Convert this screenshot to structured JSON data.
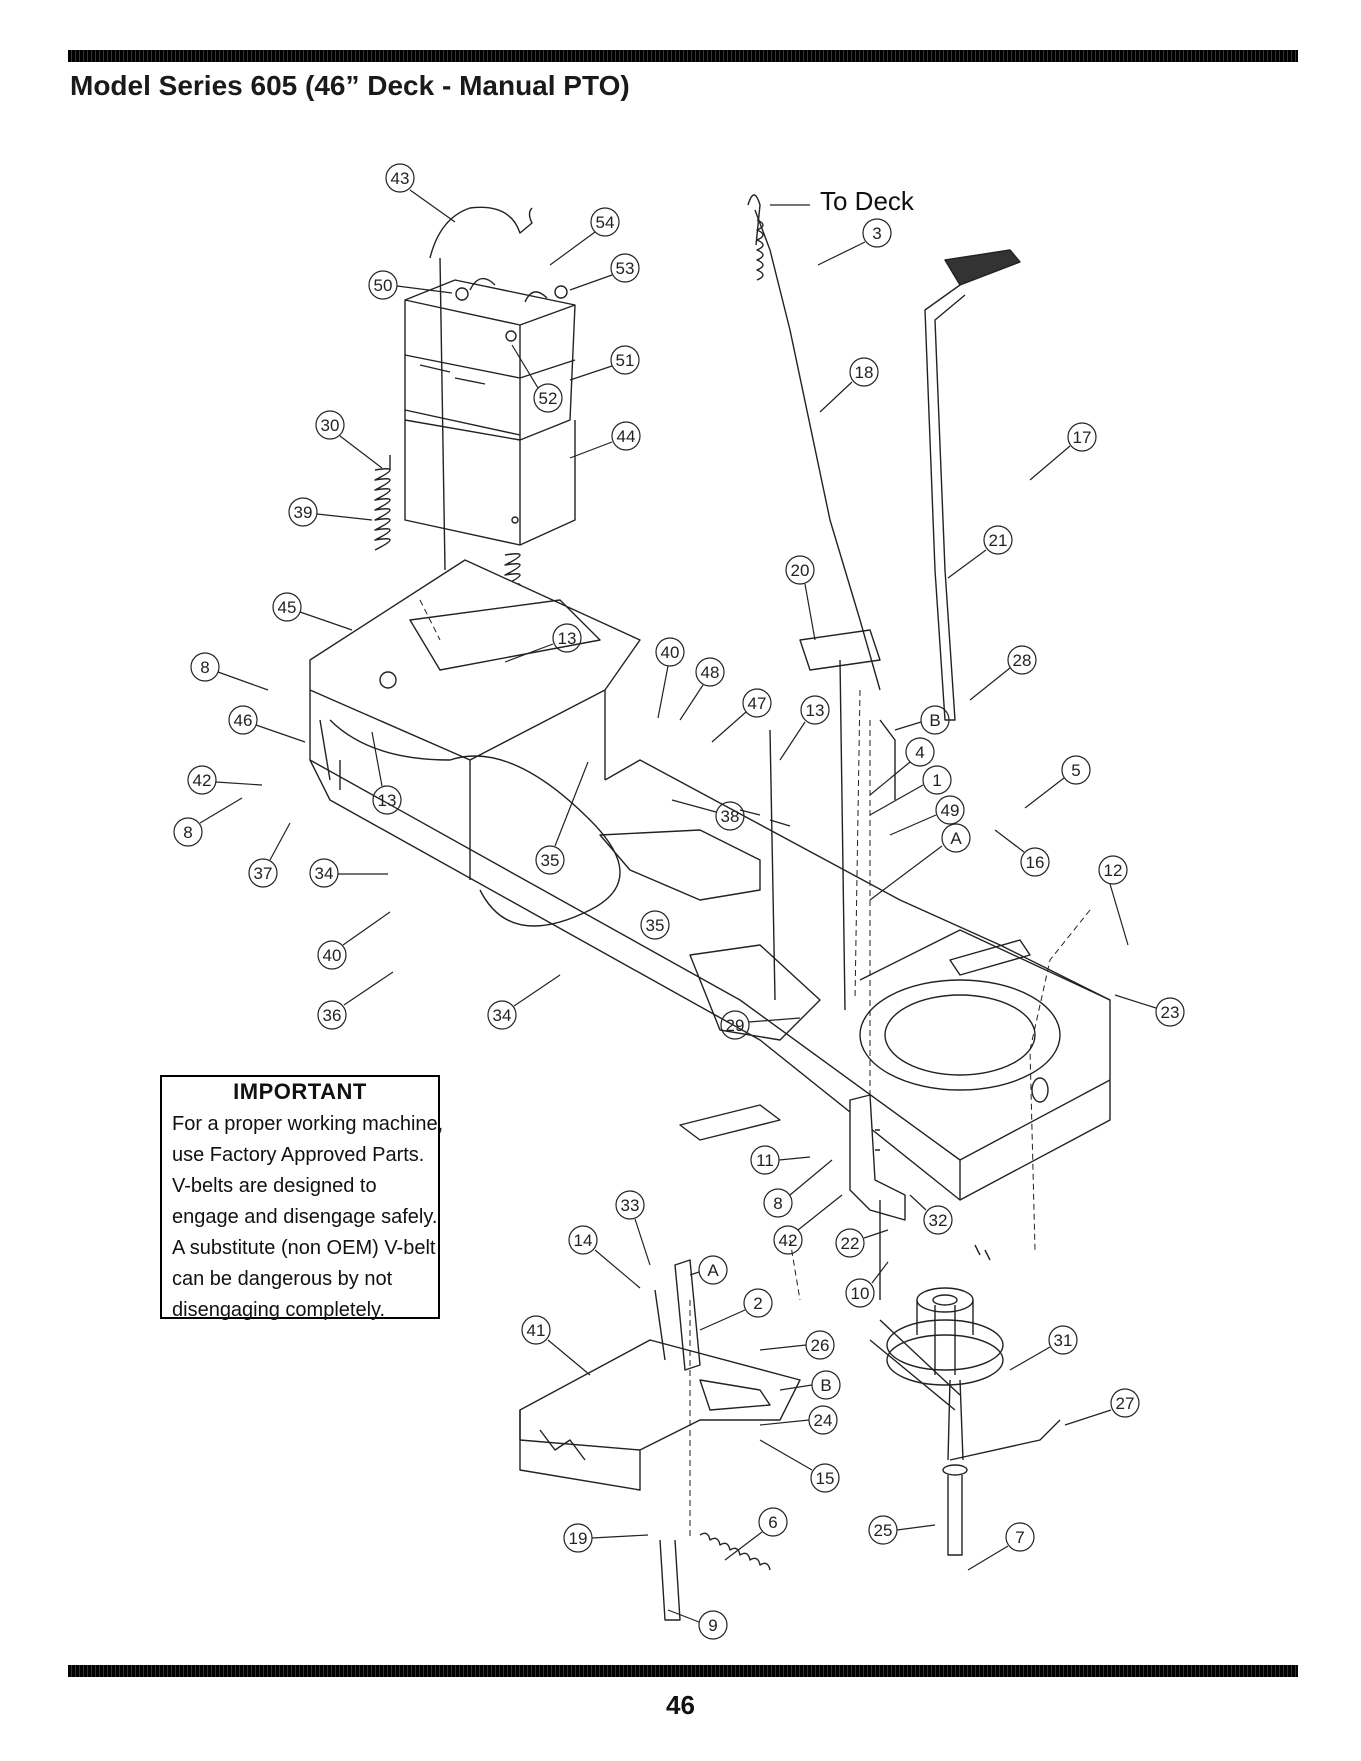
{
  "page": {
    "title": "Model Series 605 (46” Deck - Manual PTO)",
    "page_number": "46"
  },
  "annotation": {
    "to_deck": "To Deck"
  },
  "important": {
    "title": "IMPORTANT",
    "lines": [
      "For a proper working machine,",
      "use Factory Approved Parts.",
      "V-belts are designed to",
      "engage and disengage safely.",
      "A substitute (non OEM) V-belt",
      "can be dangerous by not",
      "disengaging completely."
    ]
  },
  "callouts": {
    "c43": "43",
    "c54": "54",
    "c53": "53",
    "c50": "50",
    "c51": "51",
    "c52": "52",
    "c30": "30",
    "c44": "44",
    "c39": "39",
    "c45": "45",
    "c8a": "8",
    "c46": "46",
    "c42a": "42",
    "c8b": "8",
    "c37": "37",
    "c34a": "34",
    "c40a": "40",
    "c36": "36",
    "c34b": "34",
    "c13a": "13",
    "c13b": "13",
    "c35a": "35",
    "c35b": "35",
    "c40b": "40",
    "c48": "48",
    "c47": "47",
    "c38": "38",
    "c13c": "13",
    "c3": "3",
    "c18": "18",
    "c17": "17",
    "c21": "21",
    "c20": "20",
    "c28": "28",
    "cBa": "B",
    "c5": "5",
    "c4": "4",
    "c1": "1",
    "c49": "49",
    "cAa": "A",
    "c16": "16",
    "c12": "12",
    "c23": "23",
    "c29": "29",
    "c11": "11",
    "c8c": "8",
    "c42b": "42",
    "c22": "22",
    "c32": "32",
    "c10": "10",
    "c33": "33",
    "c14": "14",
    "cAb": "A",
    "c2": "2",
    "c41": "41",
    "c26": "26",
    "cBb": "B",
    "c24": "24",
    "c15": "15",
    "c31": "31",
    "c27": "27",
    "c6": "6",
    "c19": "19",
    "c25": "25",
    "c7": "7",
    "c9": "9"
  }
}
